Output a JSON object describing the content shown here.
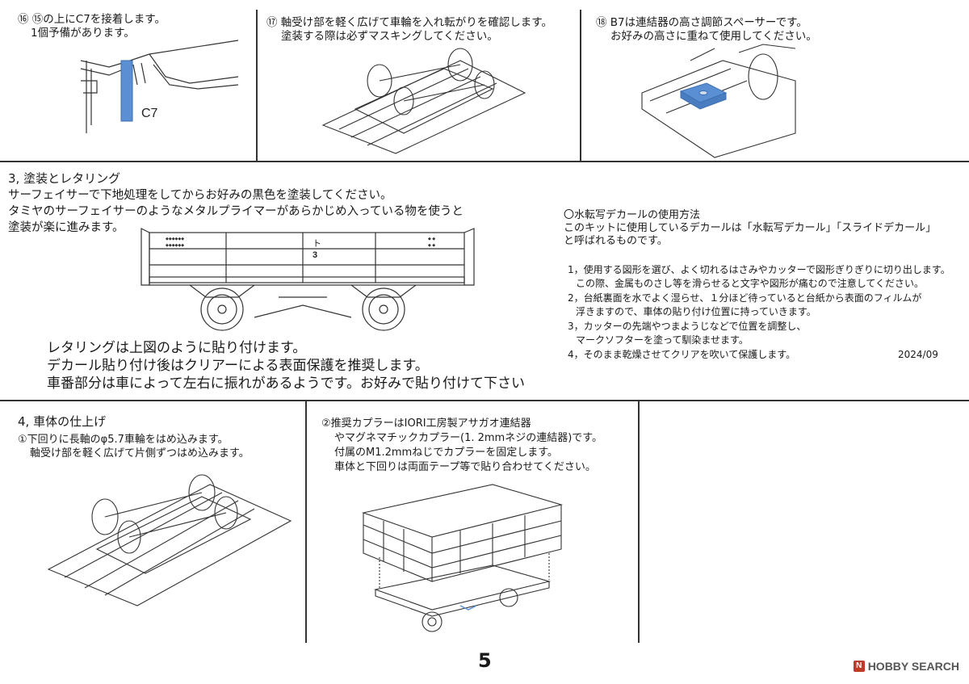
{
  "step16": {
    "num": "⑯",
    "line1": "⑮の上にC7を接着します。",
    "line2": "1個予備があります。",
    "part_label": "C7"
  },
  "step17": {
    "num": "⑰",
    "line1": "軸受け部を軽く広げて車輪を入れ転がりを確認します。",
    "line2": "塗装する際は必ずマスキングしてください。"
  },
  "step18": {
    "num": "⑱",
    "line1": "B7は連結器の高さ調節スペーサーです。",
    "line2": "お好みの高さに重ねて使用してください。"
  },
  "section3": {
    "title": "3, 塗装とレタリング",
    "p1": "サーフェイサーで下地処理をしてからお好みの黒色を塗装してください。",
    "p2": "タミヤのサーフェイサーのようなメタルプライマーがあらかじめ入っている物を使うと",
    "p3": "塗装が楽に進みます。",
    "car_letter": "ト",
    "car_number": "3",
    "note1": "レタリングは上図のように貼り付けます。",
    "note2": "デカール貼り付け後はクリアーによる表面保護を推奨します。",
    "note3": "車番部分は車によって左右に振れがあるようです。お好みで貼り付けて下さい"
  },
  "decal": {
    "title": "〇水転写デカールの使用方法",
    "intro1": "このキットに使用しているデカールは「水転写デカール」「スライドデカール」",
    "intro2": "と呼ばれるものです。",
    "s1a": "1，使用する図形を選び、よく切れるはさみやカッターで図形ぎりぎりに切り出します。",
    "s1b": "この際、金属ものさし等を滑らせると文字や図形が痛むので注意してください。",
    "s2a": "2，台紙裏面を水でよく湿らせ、１分ほど待っていると台紙から表面のフィルムが",
    "s2b": "浮きますので、車体の貼り付け位置に持っていきます。",
    "s3a": "3，カッターの先端やつまようじなどで位置を調整し、",
    "s3b": "マークソフターを塗って馴染ませます。",
    "s4": "4，そのまま乾燥させてクリアを吹いて保護します。",
    "date": "2024/09"
  },
  "section4": {
    "title": "4, 車体の仕上げ",
    "s1a": "①下回りに長軸のφ5.7車輪をはめ込みます。",
    "s1b": "軸受け部を軽く広げて片側ずつはめ込みます。",
    "s2a": "②推奨カプラーはIORI工房製アサガオ連結器",
    "s2b": "やマグネマチックカプラー(1. 2mmネジの連結器)です。",
    "s2c": "付属のM1.2mmねじでカプラーを固定します。",
    "s2d": "車体と下回りは両面テープ等で貼り合わせてください。"
  },
  "page_number": "5",
  "watermark": {
    "logo": "N",
    "text": "HOBBY SEARCH"
  },
  "colors": {
    "part_blue": "#5b8fd4",
    "line": "#333333"
  }
}
